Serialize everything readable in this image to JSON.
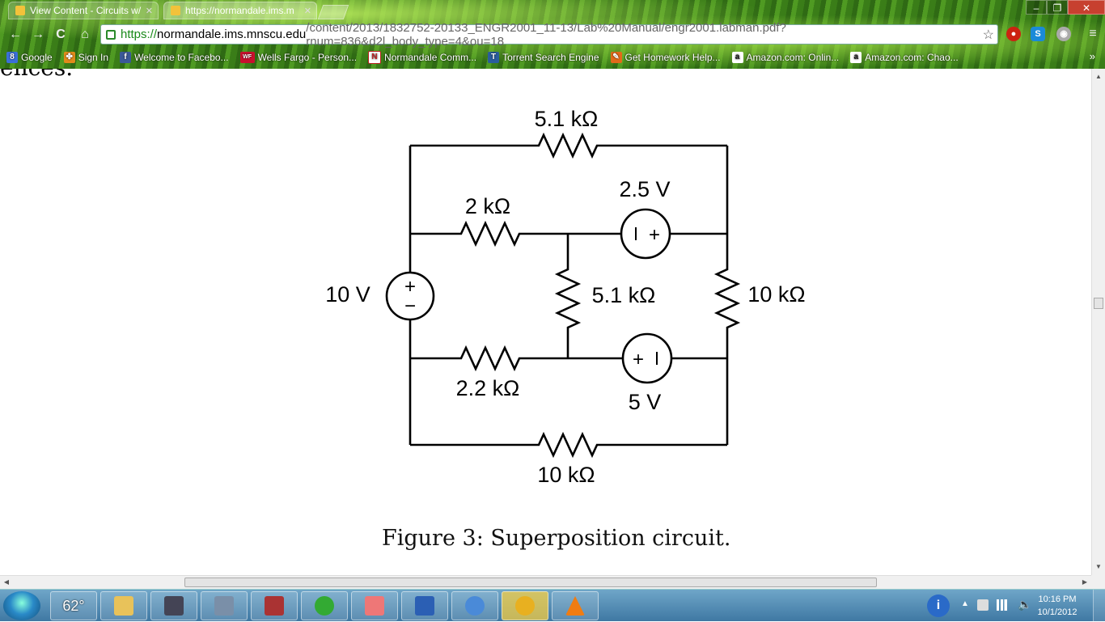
{
  "tabs": [
    {
      "title": "View Content - Circuits w/"
    },
    {
      "title": "https://normandale.ims.m"
    }
  ],
  "address": {
    "scheme": "https://",
    "host": "normandale.ims.mnscu.edu",
    "path": "/content/2013/1832752-20133_ENGR2001_11-13/Lab%20Manual/engr2001.labman.pdf?rnum=836&d2l_body_type=4&ou=18"
  },
  "bookmarks": [
    {
      "label": "Google",
      "icon": "google-icon",
      "color": "#3b6fd8"
    },
    {
      "label": "Sign In",
      "icon": "windows-live-icon",
      "color": "#e08a1a"
    },
    {
      "label": "Welcome to Facebo...",
      "icon": "facebook-icon",
      "color": "#3b5998"
    },
    {
      "label": "Wells Fargo - Person...",
      "icon": "wells-fargo-icon",
      "color": "#c8102e"
    },
    {
      "label": "Normandale Comm...",
      "icon": "normandale-icon",
      "color": "#b22"
    },
    {
      "label": "Torrent Search Engine",
      "icon": "torrent-icon",
      "color": "#2a5d9c"
    },
    {
      "label": "Get Homework Help...",
      "icon": "chegg-icon",
      "color": "#e26a1a"
    },
    {
      "label": "Amazon.com: Onlin...",
      "icon": "amazon-icon",
      "color": "#111"
    },
    {
      "label": "Amazon.com: Chao...",
      "icon": "amazon-icon",
      "color": "#111"
    }
  ],
  "bookmarks_more": "»",
  "document": {
    "partial_text": "ences.",
    "caption": "Figure 3: Superposition circuit.",
    "labels": {
      "r_top": "5.1 kΩ",
      "r_2k": "2 kΩ",
      "v_25": "2.5 V",
      "v_10": "10 V",
      "r_mid": "5.1 kΩ",
      "r_right": "10 kΩ",
      "r_22k": "2.2 kΩ",
      "v_5": "5 V",
      "r_bottom": "10 kΩ",
      "plus": "+",
      "minus": "−"
    }
  },
  "taskbar": {
    "weather": "62°",
    "time": "10:16 PM",
    "date": "10/1/2012"
  },
  "window_controls": {
    "minimize": "–",
    "maximize": "❐",
    "close": "✕"
  },
  "nav_icons": {
    "back": "←",
    "forward": "→",
    "reload": "C",
    "home": "⌂",
    "star": "☆",
    "menu": "≡"
  }
}
